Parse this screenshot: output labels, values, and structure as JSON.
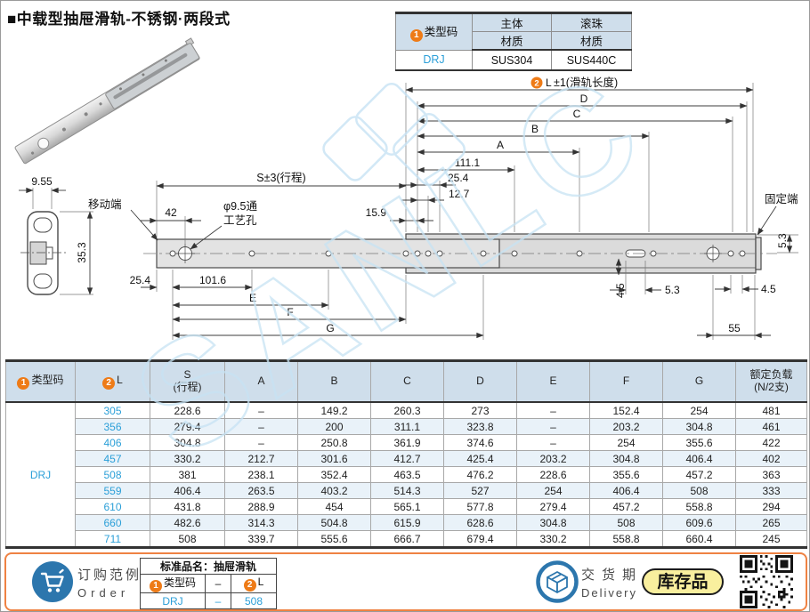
{
  "title": "■中载型抽屉滑轨-不锈钢·两段式",
  "colors": {
    "accent_orange": "#ee7b17",
    "link_blue": "#2b9fd8",
    "header_blue": "#cfdeeb",
    "row_alt_blue": "#e9f2f9",
    "watermark_blue": "#c7e3f4",
    "footer_border": "#ef8243",
    "icon_blue": "#2c76ad",
    "stock_yellow": "#f9ef9e"
  },
  "spec_table": {
    "badge": "1",
    "header_code": "类型码",
    "header_body_top": "主体",
    "header_ball_top": "滚珠",
    "header_body_bottom": "材质",
    "header_ball_bottom": "材质",
    "code": "DRJ",
    "body_material": "SUS304",
    "ball_material": "SUS440C"
  },
  "drawing": {
    "watermark": "SANLC",
    "sec_width": "9.55",
    "sec_height": "35.3",
    "moving_end": "移动端",
    "fixed_end": "固定端",
    "travel": "S±3(行程)",
    "len_badge": "2",
    "len_l": "L",
    "len_suffix": "±1(滑轨长度)",
    "dim_42": "42",
    "hole_note_line1": "φ9.5通",
    "hole_note_line2": "工艺孔",
    "dim_15_9": "15.9",
    "dim_111_1": "111.1",
    "dim_25_4_top": "25.4",
    "dim_12_7": "12.7",
    "dim_a": "A",
    "dim_b": "B",
    "dim_c": "C",
    "dim_d": "D",
    "dim_25_4_bottom": "25.4",
    "dim_101_6": "101.6",
    "dim_e": "E",
    "dim_f": "F",
    "dim_g": "G",
    "dim_4_5_slot": "4.5",
    "dim_5_3_slot": "5.3",
    "dim_4_5_right": "4.5",
    "dim_55": "55",
    "dim_5_3_right": "5.3"
  },
  "main_table": {
    "badge_code": "1",
    "badge_l": "2",
    "h_code": "类型码",
    "h_l": "L",
    "h_s_line1": "S",
    "h_s_line2": "(行程)",
    "h_a": "A",
    "h_b": "B",
    "h_c": "C",
    "h_d": "D",
    "h_e": "E",
    "h_f": "F",
    "h_g": "G",
    "h_load_line1": "额定负载",
    "h_load_line2": "(N/2支)",
    "type_code": "DRJ",
    "rows": [
      [
        "305",
        "228.6",
        "–",
        "149.2",
        "260.3",
        "273",
        "–",
        "152.4",
        "254",
        "481"
      ],
      [
        "356",
        "279.4",
        "–",
        "200",
        "311.1",
        "323.8",
        "–",
        "203.2",
        "304.8",
        "461"
      ],
      [
        "406",
        "304.8",
        "–",
        "250.8",
        "361.9",
        "374.6",
        "–",
        "254",
        "355.6",
        "422"
      ],
      [
        "457",
        "330.2",
        "212.7",
        "301.6",
        "412.7",
        "425.4",
        "203.2",
        "304.8",
        "406.4",
        "402"
      ],
      [
        "508",
        "381",
        "238.1",
        "352.4",
        "463.5",
        "476.2",
        "228.6",
        "355.6",
        "457.2",
        "363"
      ],
      [
        "559",
        "406.4",
        "263.5",
        "403.2",
        "514.3",
        "527",
        "254",
        "406.4",
        "508",
        "333"
      ],
      [
        "610",
        "431.8",
        "288.9",
        "454",
        "565.1",
        "577.8",
        "279.4",
        "457.2",
        "558.8",
        "294"
      ],
      [
        "660",
        "482.6",
        "314.3",
        "504.8",
        "615.9",
        "628.6",
        "304.8",
        "508",
        "609.6",
        "265"
      ],
      [
        "711",
        "508",
        "339.7",
        "555.6",
        "666.7",
        "679.4",
        "330.2",
        "558.8",
        "660.4",
        "245"
      ]
    ]
  },
  "footer": {
    "order_cn": "订购范例",
    "order_en": "Order",
    "order_title": "标准品名：抽屉滑轨",
    "order_badge1": "1",
    "order_col1": "类型码",
    "order_dash": "–",
    "order_badge2": "2",
    "order_col2": "L",
    "order_val1": "DRJ",
    "order_val_dash": "–",
    "order_val2": "508",
    "delivery_cn": "交货期",
    "delivery_en": "Delivery",
    "stock": "库存品"
  }
}
